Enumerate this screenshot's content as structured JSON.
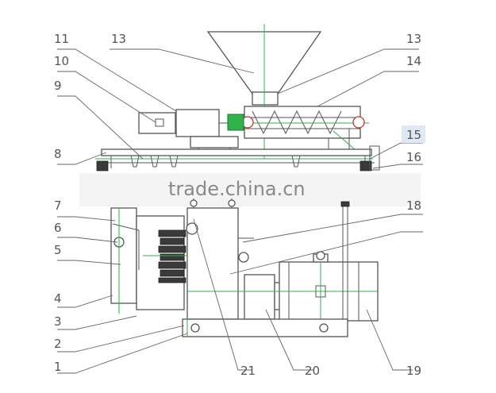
{
  "watermark": "trade.china.cn",
  "labels": {
    "l1": "1",
    "l2": "2",
    "l3": "3",
    "l4": "4",
    "l5": "5",
    "l6": "6",
    "l7": "7",
    "l8": "8",
    "l9": "9",
    "l10": "10",
    "l11": "11",
    "l13a": "13",
    "l13b": "13",
    "l14": "14",
    "l15": "15",
    "l16": "16",
    "l18": "18",
    "l19": "19",
    "l20": "20",
    "l21": "21"
  }
}
